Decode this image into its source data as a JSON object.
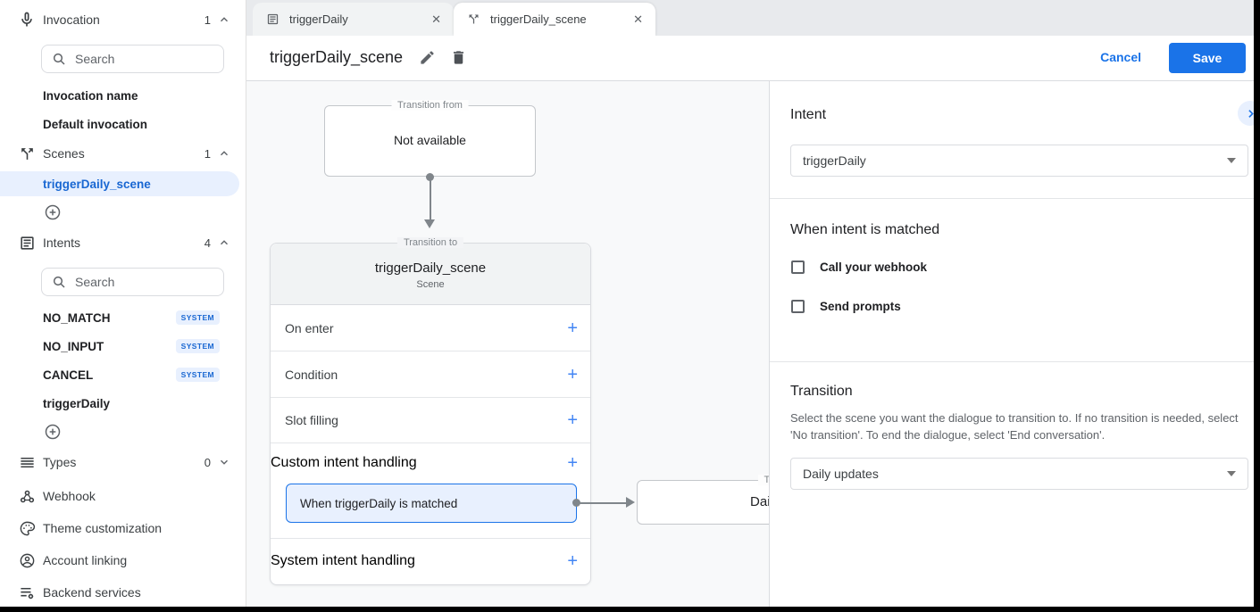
{
  "sidebar": {
    "search_placeholder": "Search",
    "sections": {
      "invocation": {
        "label": "Invocation",
        "count": "1"
      },
      "scenes": {
        "label": "Scenes",
        "count": "1"
      },
      "intents": {
        "label": "Intents",
        "count": "4"
      },
      "types": {
        "label": "Types",
        "count": "0"
      }
    },
    "invocation_items": [
      {
        "label": "Invocation name"
      },
      {
        "label": "Default invocation"
      }
    ],
    "scene_items": [
      {
        "label": "triggerDaily_scene"
      }
    ],
    "intent_items": [
      {
        "label": "NO_MATCH",
        "badge": "SYSTEM"
      },
      {
        "label": "NO_INPUT",
        "badge": "SYSTEM"
      },
      {
        "label": "CANCEL",
        "badge": "SYSTEM"
      },
      {
        "label": "triggerDaily"
      }
    ],
    "links": [
      {
        "label": "Webhook"
      },
      {
        "label": "Theme customization"
      },
      {
        "label": "Account linking"
      },
      {
        "label": "Backend services"
      }
    ]
  },
  "tabs": [
    {
      "label": "triggerDaily"
    },
    {
      "label": "triggerDaily_scene"
    }
  ],
  "header": {
    "title": "triggerDaily_scene",
    "cancel_label": "Cancel",
    "save_label": "Save"
  },
  "canvas": {
    "from_box": {
      "legend": "Transition from",
      "text": "Not available"
    },
    "scene_card": {
      "legend": "Transition to",
      "title": "triggerDaily_scene",
      "subtitle": "Scene",
      "rows": [
        "On enter",
        "Condition",
        "Slot filling",
        "Custom intent handling",
        "System intent handling"
      ],
      "selected_item": "When triggerDaily is matched"
    },
    "target_box": {
      "legend": "Transition to",
      "text": "Daily updates"
    }
  },
  "panel": {
    "intent_heading": "Intent",
    "intent_value": "triggerDaily",
    "matched_heading": "When intent is matched",
    "checkboxes": [
      {
        "label": "Call your webhook"
      },
      {
        "label": "Send prompts"
      }
    ],
    "transition_heading": "Transition",
    "transition_description": "Select the scene you want the dialogue to transition to. If no transition is needed, select 'No transition'. To end the dialogue, select 'End conversation'.",
    "transition_value": "Daily updates"
  },
  "colors": {
    "accent": "#1a73e8",
    "selection_bg": "#e8f0fe",
    "selection_text": "#1967d2"
  }
}
